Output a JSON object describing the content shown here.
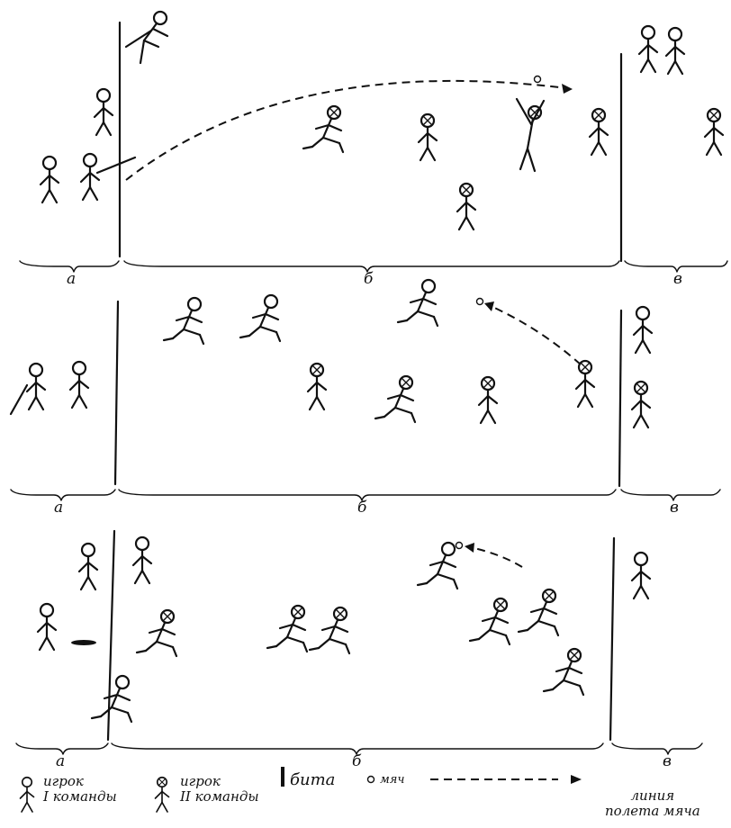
{
  "zones": {
    "p1": {
      "a": "а",
      "b": "б",
      "v": "в"
    },
    "p2": {
      "a": "а",
      "b": "б",
      "v": "в"
    },
    "p3": {
      "a": "а",
      "b": "б",
      "v": "в"
    }
  },
  "legend": {
    "team1_line1": "игрок",
    "team1_line2": "I команды",
    "team2_line1": "игрок",
    "team2_line2": "II команды",
    "bat": "бита",
    "ball": "мяч",
    "flight_line1": "линия",
    "flight_line2": "полета мяча"
  },
  "colors": {
    "ink": "#111111",
    "paper": "#ffffff"
  }
}
